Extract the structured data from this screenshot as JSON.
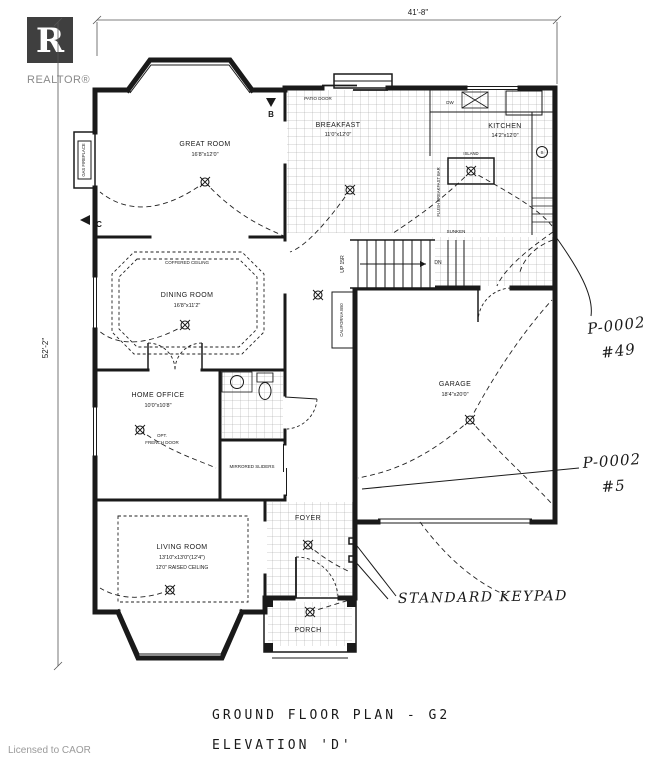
{
  "logo": {
    "letter": "R",
    "brand": "REALTOR®"
  },
  "footer": {
    "license": "Licensed to CAOR"
  },
  "plan_title": {
    "line1": "GROUND FLOOR PLAN - G2",
    "line2": "ELEVATION 'D'"
  },
  "dimensions": {
    "top_width": "41'-8\"",
    "left_height": "52'-2\""
  },
  "rooms": {
    "great_room": {
      "name": "GREAT ROOM",
      "size": "16'8\"x12'0\""
    },
    "breakfast": {
      "name": "BREAKFAST",
      "size": "11'0\"x12'0\""
    },
    "kitchen": {
      "name": "KITCHEN",
      "size": "14'2\"x12'0\""
    },
    "dining_room": {
      "name": "DINING ROOM",
      "size": "16'8\"x11'2\"",
      "ceiling": "COFFERED CEILING"
    },
    "home_office": {
      "name": "HOME OFFICE",
      "size": "10'0\"x10'8\""
    },
    "living_room": {
      "name": "LIVING ROOM",
      "size": "13'10\"x13'0\"(12'4\")",
      "ceiling": "12'0\" RAISED CEILING"
    },
    "garage": {
      "name": "GARAGE",
      "size": "18'4\"x20'0\""
    },
    "foyer": {
      "name": "FOYER"
    },
    "porch": {
      "name": "PORCH"
    }
  },
  "features": {
    "patio_door": "PATIO DOOR",
    "island": "ISLAND",
    "breakfast_bar": "FLUSH BREAKFAST BAR",
    "gas_fireplace": "GAS FIREPLACE",
    "stairs_up": "UP 15R",
    "stairs_down": "DN",
    "sunken": "SUNKEN",
    "opt_line1": "OPT.",
    "opt_line2": "FRENCH DOOR",
    "mirrored_sliders": "MIRRORED SLIDERS",
    "california_closet": "CALIFORNIA B50",
    "dishwasher": "DW",
    "sink": "S",
    "section_marker_b": "B",
    "section_marker_c": "C"
  },
  "annotations": {
    "note1_line1": "P-0002",
    "note1_line2": "#49",
    "note2_line1": "P-0002",
    "note2_line2": "#5",
    "keypad_note": "STANDARD KEYPAD"
  }
}
